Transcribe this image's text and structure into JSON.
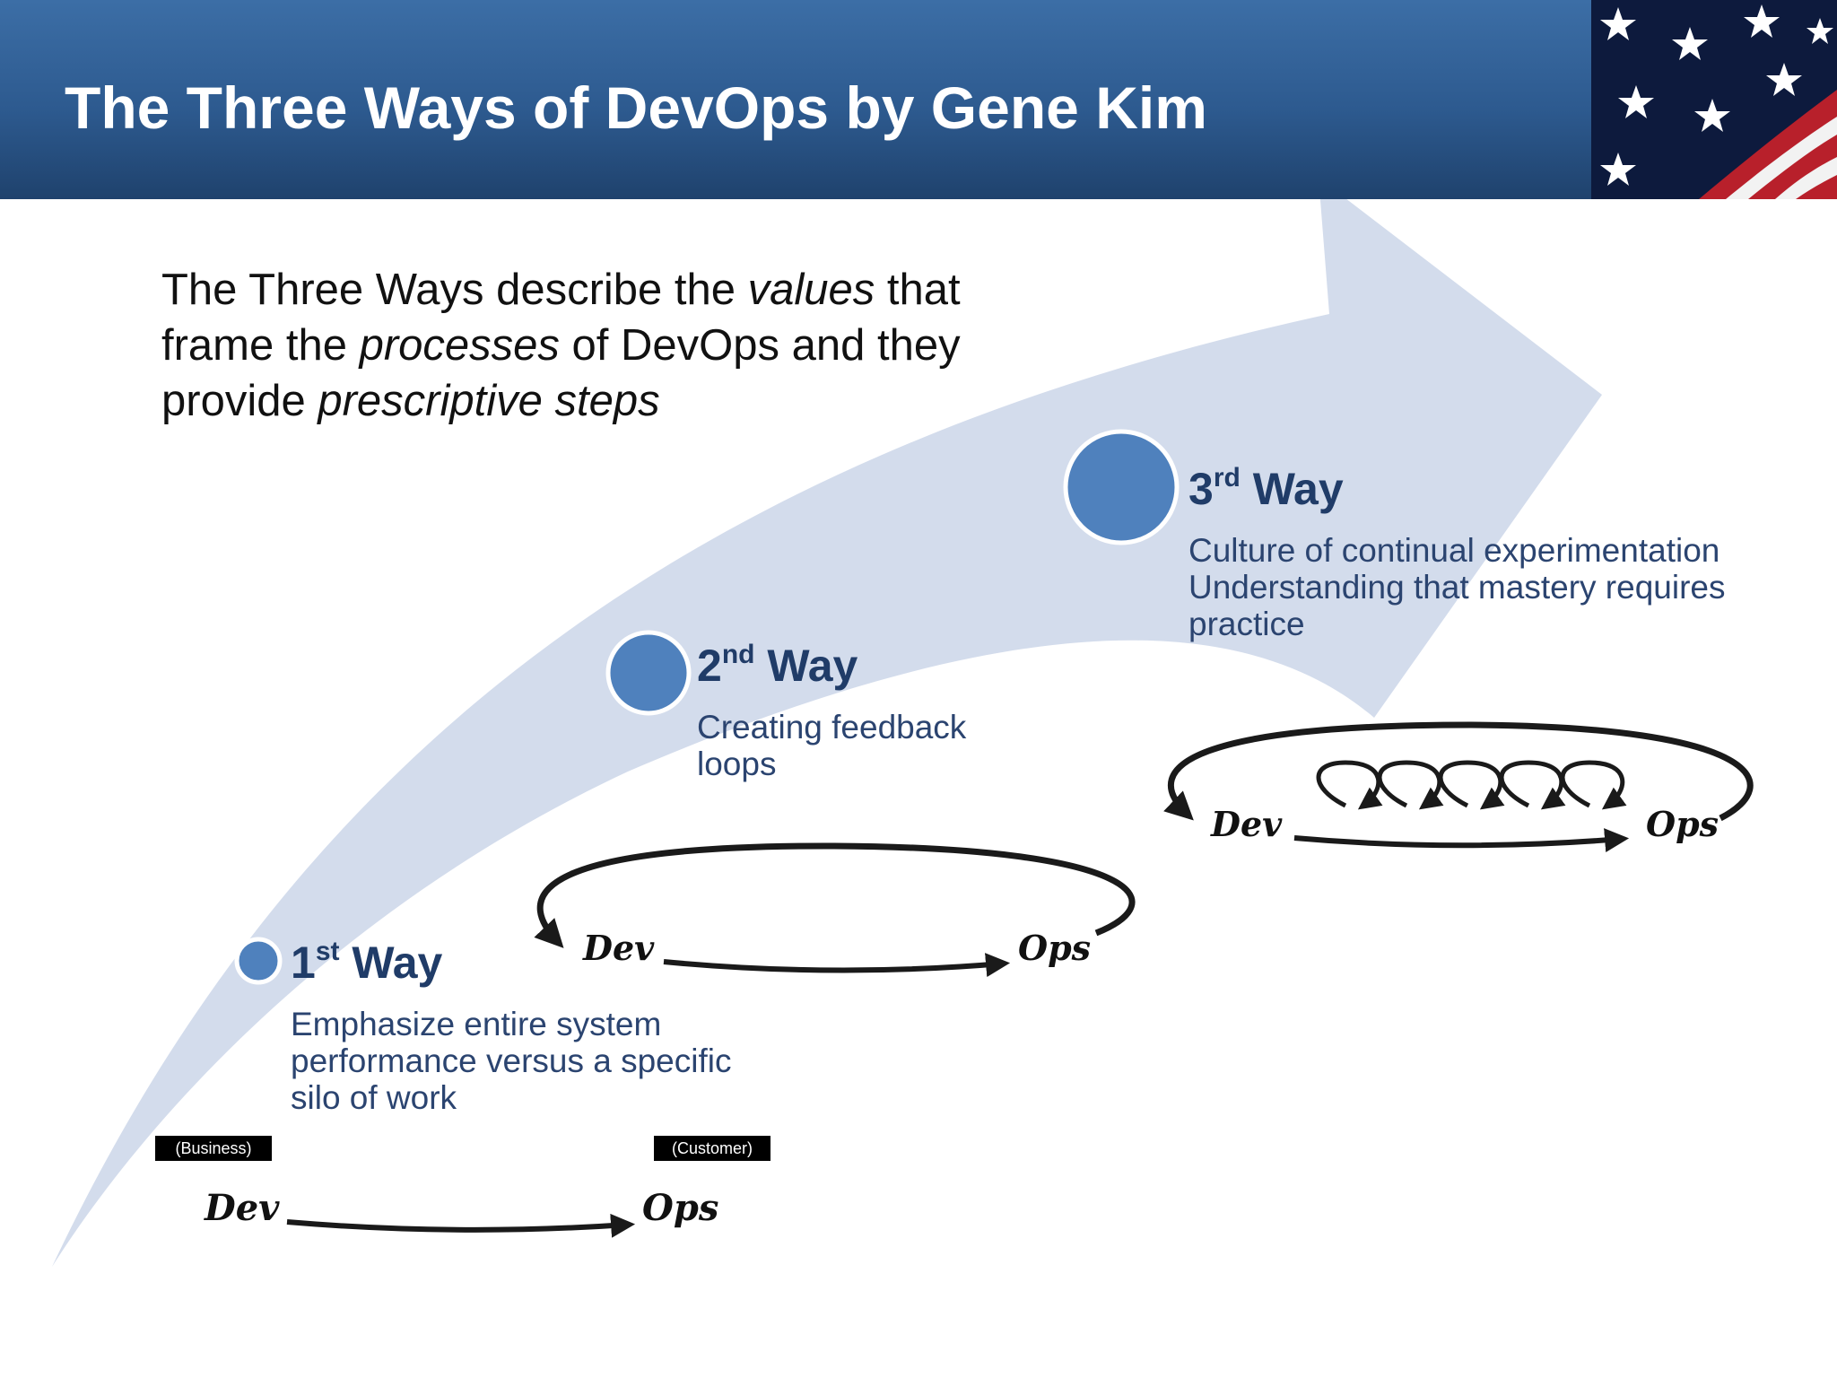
{
  "header": {
    "title": "The Three Ways of DevOps by Gene Kim"
  },
  "intro": {
    "line1_a": "The Three Ways describe the ",
    "line1_em": "values",
    "line1_b": " that",
    "line2_a": "frame the ",
    "line2_em": "processes",
    "line2_b": " of DevOps and they",
    "line3_a": "provide ",
    "line3_em": "prescriptive steps"
  },
  "ways": [
    {
      "number": "1",
      "suffix": "st",
      "label": "Way",
      "description": [
        "Emphasize entire system",
        "performance versus a specific",
        "silo of work"
      ]
    },
    {
      "number": "2",
      "suffix": "nd",
      "label": "Way",
      "description": [
        "Creating feedback",
        "loops"
      ]
    },
    {
      "number": "3",
      "suffix": "rd",
      "label": "Way",
      "description": [
        "Culture of continual  experimentation",
        "Understanding  that mastery requires",
        "practice"
      ]
    }
  ],
  "diagram_labels": {
    "dev": "Dev",
    "ops": "Ops",
    "business": "(Business)",
    "customer": "(Customer)"
  },
  "colors": {
    "header_blue": "#2d5a8f",
    "arrow_fill": "#d3dcec",
    "circle_fill": "#4f81bd",
    "title_navy": "#203c68",
    "desc_navy": "#2b4470"
  },
  "icons": {
    "flag": "us-flag-stars-image"
  }
}
